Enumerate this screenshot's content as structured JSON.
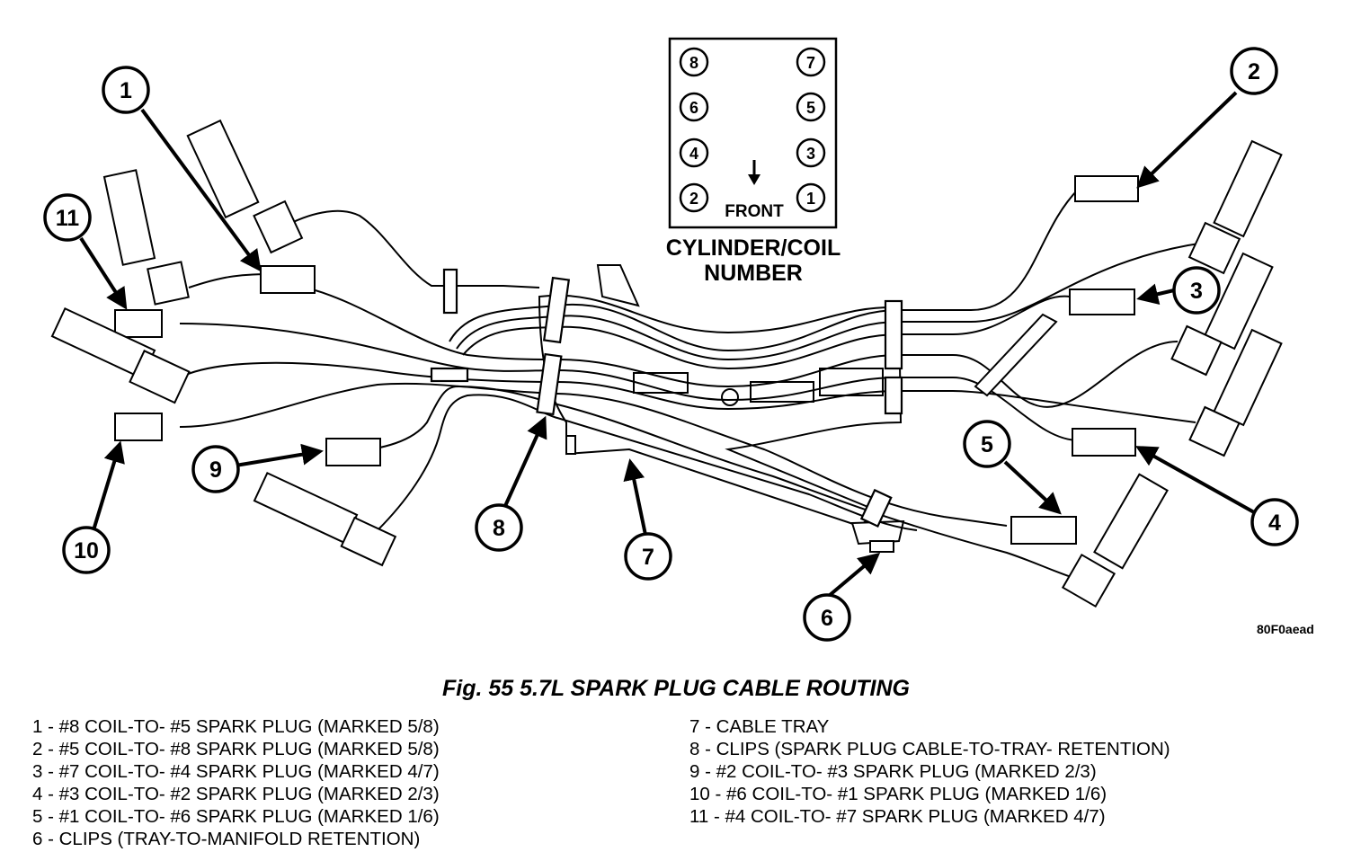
{
  "figure": {
    "caption": "Fig. 55 5.7L SPARK PLUG CABLE ROUTING",
    "image_code": "80F0aead"
  },
  "cylinder_box": {
    "left_column": [
      "8",
      "6",
      "4",
      "2"
    ],
    "right_column": [
      "7",
      "5",
      "3",
      "1"
    ],
    "front_label": "FRONT",
    "label_line1": "CYLINDER/COIL",
    "label_line2": "NUMBER"
  },
  "callouts": [
    "1",
    "2",
    "3",
    "4",
    "5",
    "6",
    "7",
    "8",
    "9",
    "10",
    "11"
  ],
  "legend": {
    "left": [
      "1 - #8 COIL-TO- #5 SPARK PLUG (MARKED 5/8)",
      "2 - #5 COIL-TO- #8 SPARK PLUG (MARKED 5/8)",
      "3 - #7 COIL-TO- #4 SPARK PLUG (MARKED 4/7)",
      "4 - #3 COIL-TO- #2 SPARK PLUG (MARKED 2/3)",
      "5 - #1 COIL-TO- #6 SPARK PLUG (MARKED 1/6)",
      "6 - CLIPS (TRAY-TO-MANIFOLD RETENTION)"
    ],
    "right": [
      "7 - CABLE TRAY",
      "8 - CLIPS (SPARK PLUG CABLE-TO-TRAY- RETENTION)",
      "9 - #2 COIL-TO- #3 SPARK PLUG (MARKED 2/3)",
      "10 - #6 COIL-TO- #1 SPARK PLUG (MARKED 1/6)",
      "11 - #4 COIL-TO- #7 SPARK PLUG (MARKED 4/7)"
    ]
  }
}
